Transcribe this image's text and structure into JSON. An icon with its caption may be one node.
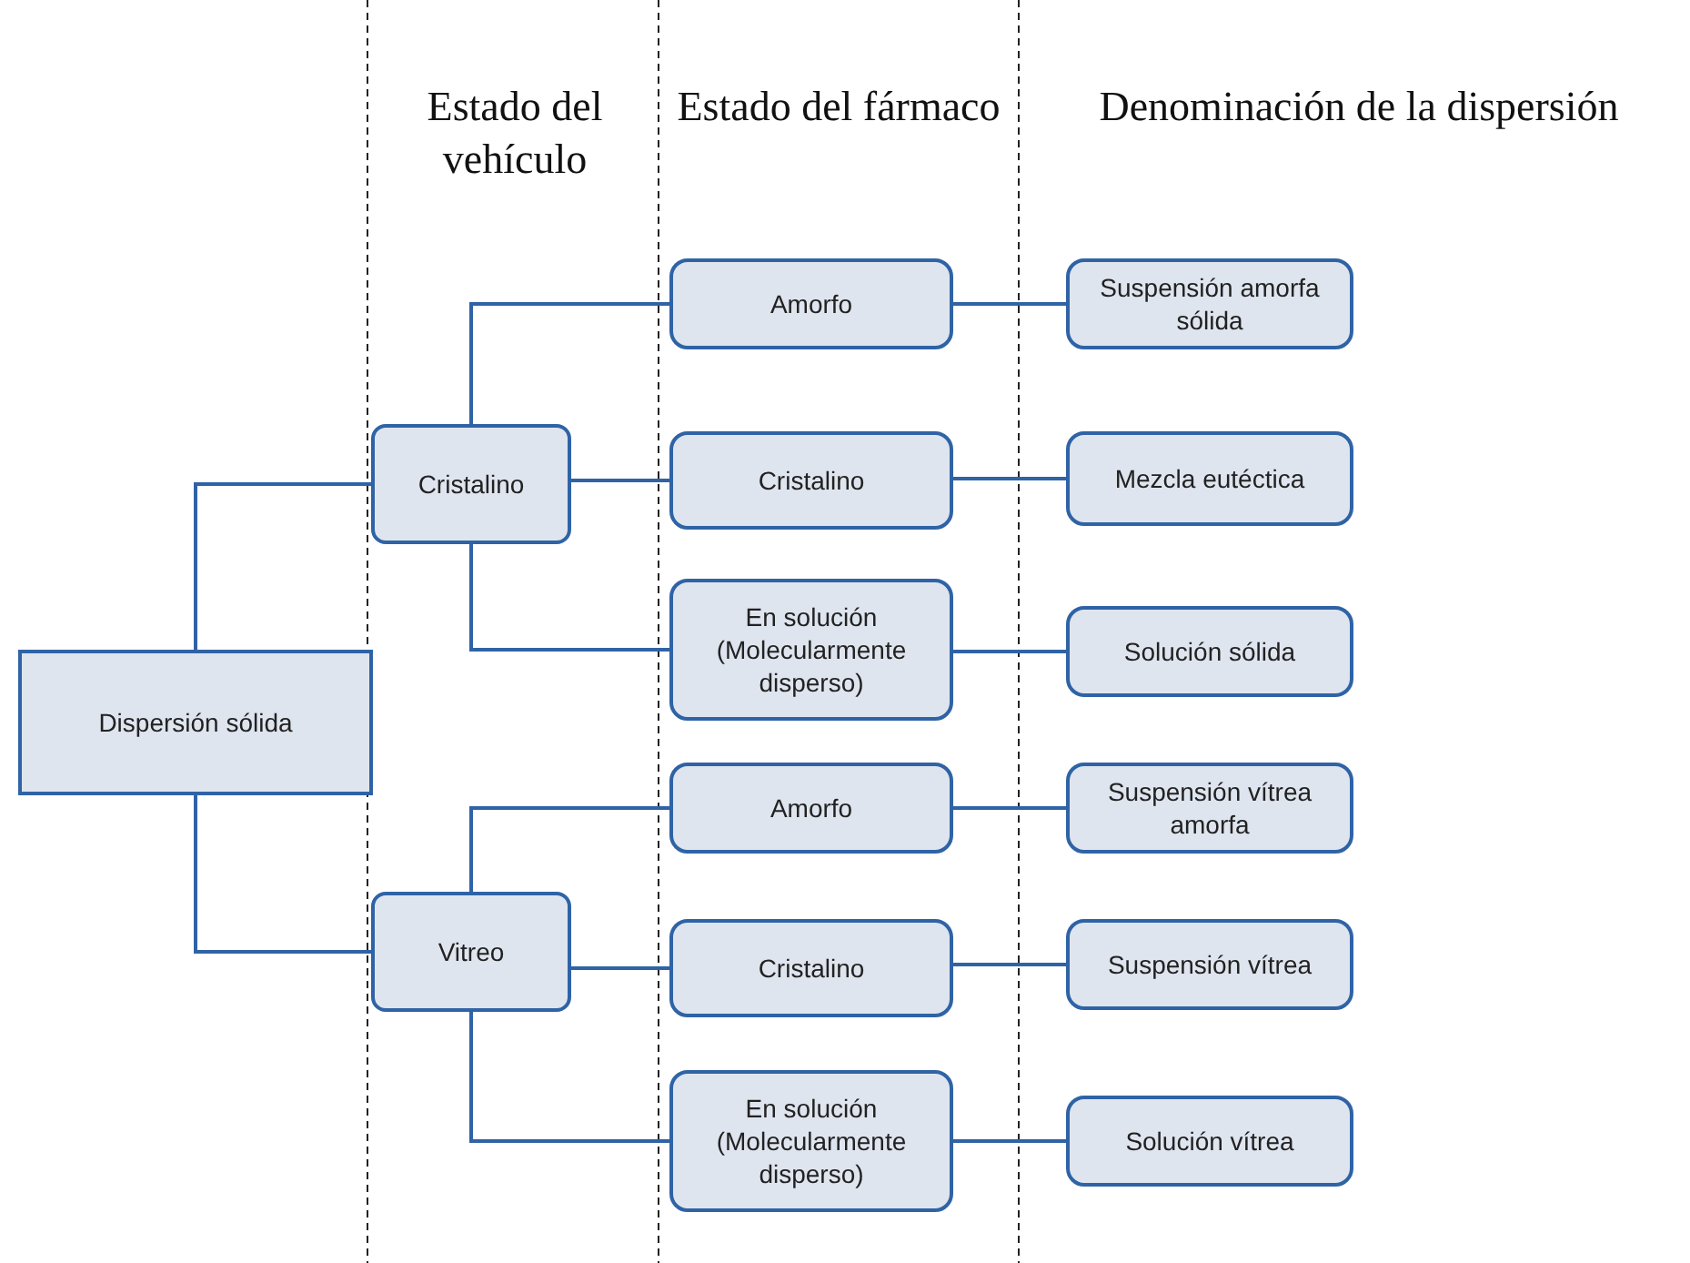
{
  "diagram": {
    "nodes": [
      {
        "text": [
          "Dispersión sólida"
        ]
      },
      {
        "text": [
          "Cristalino"
        ]
      },
      {
        "text": [
          "Vitreo"
        ]
      },
      {
        "text": [
          "Amorfo"
        ]
      },
      {
        "text": [
          "Cristalino"
        ]
      },
      {
        "text": [
          "En solución (Molecularmente disperso)"
        ]
      },
      {
        "text": [
          "Amorfo"
        ]
      },
      {
        "text": [
          "Cristalino"
        ]
      },
      {
        "text": [
          "En solución (Molecularmente disperso)"
        ]
      },
      {
        "text": [
          "Suspensión amorfa sólida"
        ]
      },
      {
        "text": [
          "Mezcla eutéctica"
        ]
      },
      {
        "text": [
          "Solución sólida"
        ]
      },
      {
        "text": [
          "Suspensión vítrea amorfa"
        ]
      },
      {
        "text": [
          "Suspensión vítrea"
        ]
      },
      {
        "text": [
          "Solución vítrea"
        ]
      }
    ],
    "edges": [
      {
        "from": 0,
        "to": 1,
        "arrow": "none"
      },
      {
        "from": 0,
        "to": 2,
        "arrow": "none"
      },
      {
        "from": 1,
        "to": 3,
        "arrow": "none"
      },
      {
        "from": 1,
        "to": 4,
        "arrow": "none"
      },
      {
        "from": 1,
        "to": 5,
        "arrow": "none"
      },
      {
        "from": 2,
        "to": 6,
        "arrow": "none"
      },
      {
        "from": 2,
        "to": 7,
        "arrow": "none"
      },
      {
        "from": 2,
        "to": 8,
        "arrow": "none"
      },
      {
        "from": 3,
        "to": 9,
        "arrow": "none"
      },
      {
        "from": 4,
        "to": 10,
        "arrow": "none"
      },
      {
        "from": 5,
        "to": 11,
        "arrow": "none"
      },
      {
        "from": 6,
        "to": 12,
        "arrow": "none"
      },
      {
        "from": 7,
        "to": 13,
        "arrow": "none"
      },
      {
        "from": 8,
        "to": 14,
        "arrow": "none"
      }
    ],
    "labels": [
      "Estado del vehículo",
      "Estado del fármaco",
      "Denominación de la dispersión"
    ]
  }
}
